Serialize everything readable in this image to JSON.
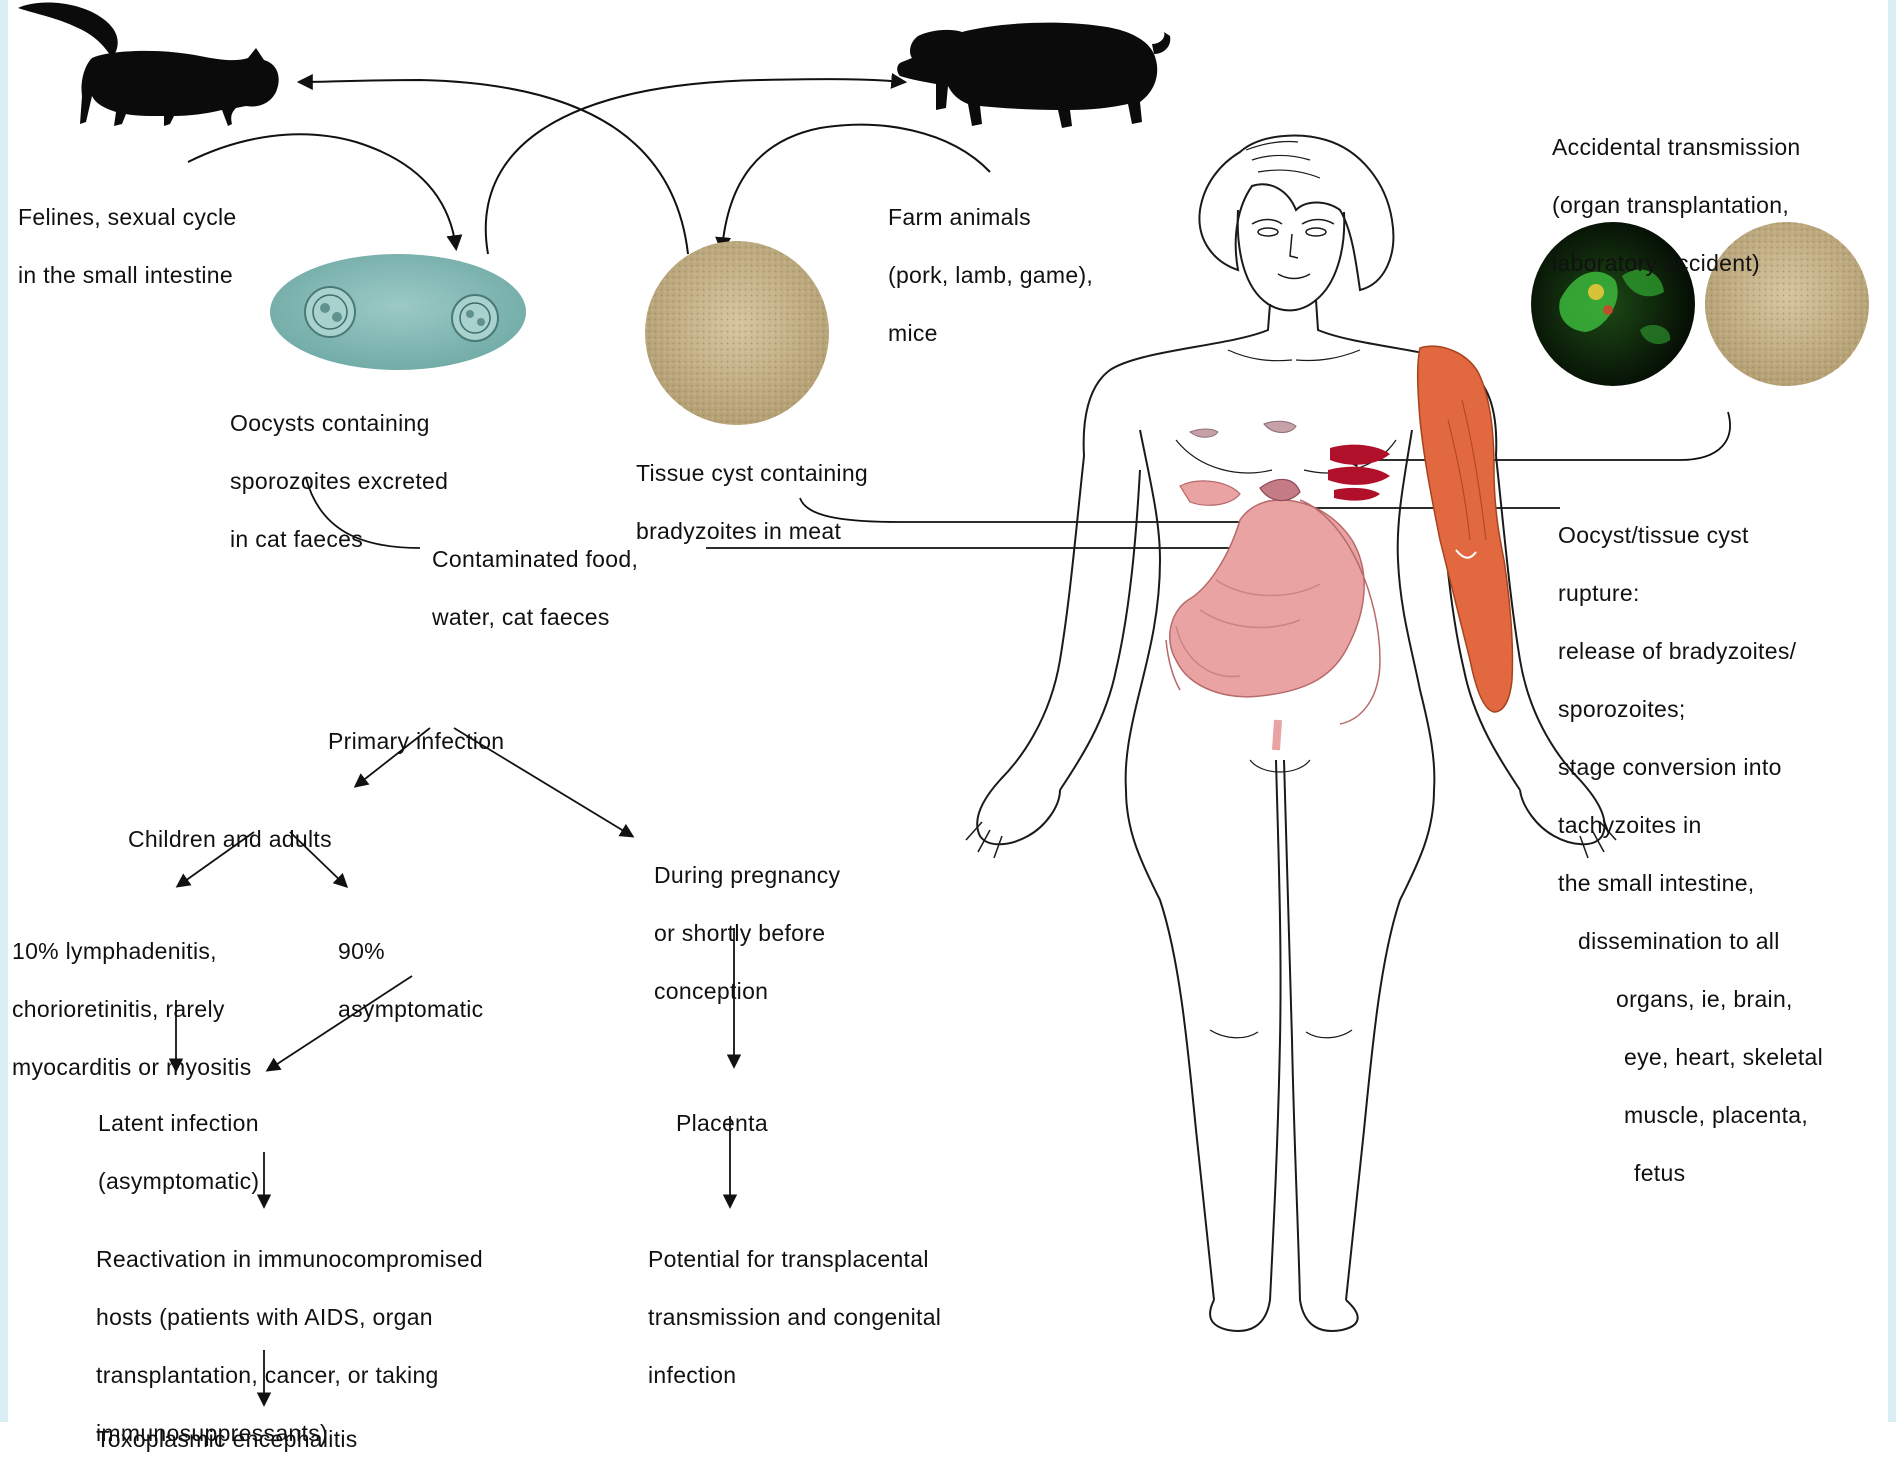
{
  "labels": {
    "felines": [
      "Felines, sexual cycle",
      "in the small intestine"
    ],
    "farm": [
      "Farm animals",
      "(pork, lamb, game),",
      "mice"
    ],
    "accidental": [
      "Accidental transmission",
      "(organ transplantation,",
      "laboratory accident)"
    ],
    "oocysts": [
      "Oocysts containing",
      "sporozoites excreted",
      "in cat faeces"
    ],
    "tissue_cyst": [
      "Tissue cyst containing",
      "bradyzoites in meat"
    ],
    "contaminated": [
      "Contaminated food,",
      "water, cat faeces"
    ],
    "rupture": [
      "Oocyst/tissue cyst",
      "rupture:",
      "release of bradyzoites/",
      "sporozoites;",
      "stage conversion into",
      "tachyzoites in",
      "the small intestine,",
      "dissemination to all",
      "organs, ie, brain,",
      "eye, heart, skeletal",
      "muscle, placenta,",
      "fetus"
    ],
    "primary": [
      "Primary infection"
    ],
    "children": [
      "Children and adults"
    ],
    "pregnancy": [
      "During pregnancy",
      "or shortly before",
      "conception"
    ],
    "ten_percent": [
      "10% lymphadenitis,",
      "chorioretinitis, rarely",
      "myocarditis or myositis"
    ],
    "ninety_percent": [
      "90%",
      "asymptomatic"
    ],
    "latent": [
      "Latent infection",
      "(asymptomatic)"
    ],
    "placenta": [
      "Placenta"
    ],
    "reactivation": [
      "Reactivation in immunocompromised",
      "hosts (patients with AIDS, organ",
      "transplantation, cancer, or taking",
      "immunosuppressants)"
    ],
    "transplacental": [
      "Potential for transplacental",
      "transmission and congenital",
      "infection"
    ],
    "encephalitis": [
      "Toxoplasmic encephalitis"
    ]
  },
  "colors": {
    "edge": "#d9eef2",
    "ink": "#111111",
    "oocyst_slide": "#7fb8b4",
    "tissue_cyst": "#c8b48a",
    "muscle": "#e2683f",
    "intestine": "#e9a3a3",
    "organ_red": "#b0102a",
    "fluorescent_bg": "#0a1a0a",
    "fluorescent_green": "#3fbf3f"
  },
  "icons": [
    "cat-silhouette-icon",
    "pig-silhouette-icon",
    "human-body-illustration"
  ]
}
